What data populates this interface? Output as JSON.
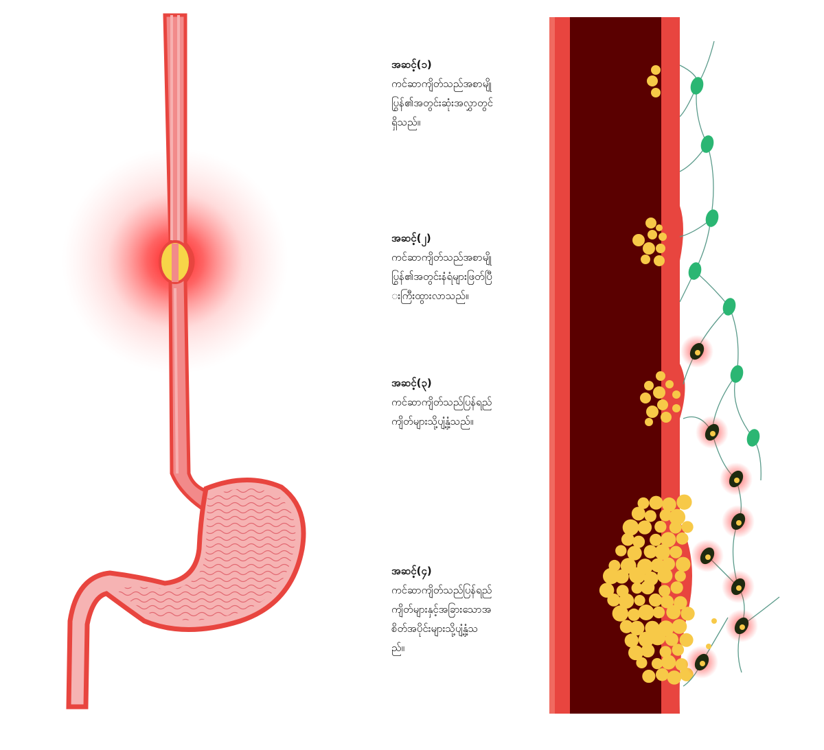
{
  "colors": {
    "wall": "#e8453f",
    "lumen": "#5a0000",
    "tumor": "#f7c948",
    "node": "#2bb673",
    "glow": "#ff2020"
  },
  "stages": [
    {
      "title": "အဆင့်(၁)",
      "lines": [
        "ကင်ဆာကျိတ်သည်အစာမျို",
        "ပြွန်၏အတွင်းဆုံးအလွှာတွင်",
        "ရှိသည်။"
      ]
    },
    {
      "title": "အဆင့်(၂)",
      "lines": [
        "ကင်ဆာကျိတ်သည်အစာမျို",
        "ပြွန်၏အတွင်းနံရံများဖြတ်ပြီ",
        "းကြီးထွားလာသည်။"
      ]
    },
    {
      "title": "အဆင့်(၃)",
      "lines": [
        "ကင်ဆာကျိတ်သည်ပြန်ရည်",
        "ကျိတ်များသို့ပျံ့နှံ့သည်။"
      ]
    },
    {
      "title": "အဆင့်(၄)",
      "lines": [
        "ကင်ဆာကျိတ်သည်ပြန်ရည်",
        "ကျိတ်များနှင့်အခြားသောအ",
        "စိတ်အပိုင်းများသို့ပျံ့နှံ့သ",
        "ည်။"
      ]
    }
  ]
}
